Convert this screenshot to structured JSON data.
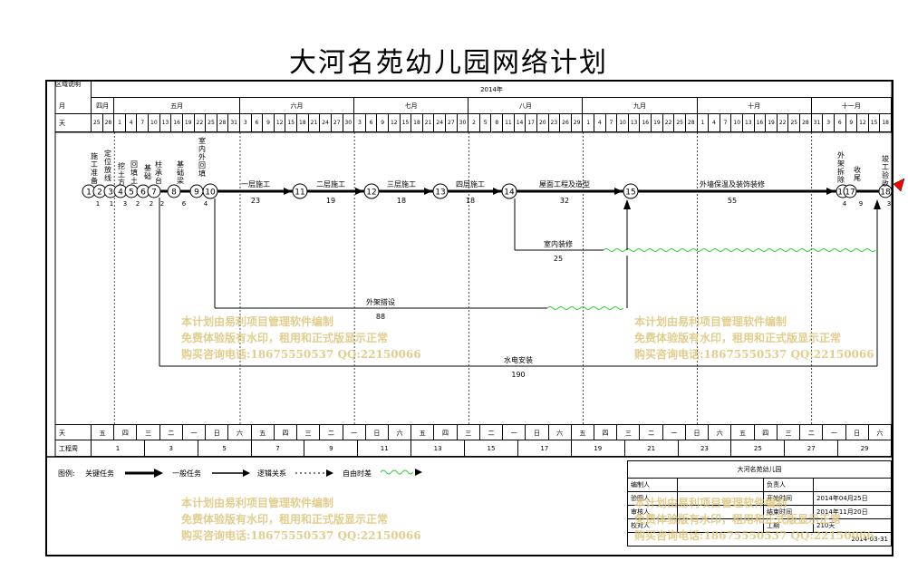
{
  "title": "大河名苑幼儿园网络计划",
  "header": {
    "corner_label": "区域说明",
    "row_labels": {
      "month": "月",
      "day": "天",
      "weekday": "天",
      "week": "工程周"
    },
    "year": "2014年",
    "months": [
      "四月",
      "五月",
      "六月",
      "七月",
      "八月",
      "九月",
      "十月",
      "十一月"
    ],
    "days": [
      "25",
      "28",
      "1",
      "4",
      "7",
      "10",
      "13",
      "16",
      "19",
      "22",
      "25",
      "28",
      "31",
      "3",
      "6",
      "9",
      "12",
      "15",
      "18",
      "21",
      "24",
      "27",
      "30",
      "3",
      "6",
      "9",
      "12",
      "15",
      "18",
      "21",
      "24",
      "27",
      "30",
      "2",
      "5",
      "8",
      "11",
      "14",
      "17",
      "20",
      "23",
      "26",
      "29",
      "1",
      "4",
      "7",
      "10",
      "13",
      "16",
      "19",
      "22",
      "25",
      "28",
      "1",
      "4",
      "7",
      "10",
      "13",
      "16",
      "19",
      "22",
      "25",
      "28",
      "31",
      "3",
      "6",
      "9",
      "12",
      "15",
      "18"
    ],
    "weekdays": [
      "五",
      "四",
      "三",
      "二",
      "一",
      "日",
      "六",
      "五",
      "四",
      "三",
      "二",
      "一",
      "日",
      "六",
      "五",
      "四",
      "三",
      "二",
      "一",
      "日",
      "六",
      "五",
      "四",
      "三",
      "二",
      "一",
      "日",
      "六",
      "五",
      "四",
      "三",
      "二",
      "一",
      "日",
      "六"
    ],
    "weeks": [
      "1",
      "3",
      "5",
      "7",
      "9",
      "11",
      "13",
      "15",
      "17",
      "19",
      "21",
      "23",
      "25",
      "27",
      "29"
    ]
  },
  "network": {
    "nodes": [
      "1",
      "2",
      "3",
      "4",
      "5",
      "6",
      "7",
      "8",
      "9",
      "10",
      "11",
      "12",
      "13",
      "14",
      "15",
      "16",
      "17",
      "18"
    ],
    "small_tasks": [
      {
        "name": "施工准备",
        "dur": "1"
      },
      {
        "name": "定位放线",
        "dur": "1"
      },
      {
        "name": "挖土方",
        "dur": "3"
      },
      {
        "name": "回填土",
        "dur": "2"
      },
      {
        "name": "基础",
        "dur": "2"
      },
      {
        "name": "柱承台",
        "dur": "2"
      },
      {
        "name": "基础梁",
        "dur": "6"
      },
      {
        "name": "室内外回填",
        "dur": "4"
      },
      {
        "name": "外架拆除",
        "dur": "4"
      },
      {
        "name": "收尾",
        "dur": "9"
      },
      {
        "name": "竣工验收",
        "dur": "3"
      }
    ],
    "tasks": [
      {
        "name": "一层施工",
        "dur": "23"
      },
      {
        "name": "二层施工",
        "dur": "19"
      },
      {
        "name": "三层施工",
        "dur": "18"
      },
      {
        "name": "四层施工",
        "dur": "18"
      },
      {
        "name": "屋面工程及造型",
        "dur": "32"
      },
      {
        "name": "外墙保温及装饰装修",
        "dur": "55"
      },
      {
        "name": "室内装修",
        "dur": "25"
      },
      {
        "name": "外架搭设",
        "dur": "88"
      },
      {
        "name": "水电安装",
        "dur": "190"
      }
    ]
  },
  "legend": {
    "title": "图例:",
    "critical": "关键任务",
    "normal": "一般任务",
    "logic": "逻辑关系",
    "float": "自由时差"
  },
  "info": {
    "project": "大河名苑幼儿园",
    "rows": [
      {
        "k1": "编制人",
        "v1": "",
        "k2": "负责人",
        "v2": ""
      },
      {
        "k1": "验图人",
        "v1": "",
        "k2": "开始时间",
        "v2": "2014年04月25日"
      },
      {
        "k1": "审核人",
        "v1": "",
        "k2": "结束时间",
        "v2": "2014年11月20日"
      },
      {
        "k1": "校对人",
        "v1": "",
        "k2": "工期",
        "v2": "210天"
      }
    ],
    "date": "2014-03-31"
  },
  "watermark": {
    "line1": "本计划由易利项目管理软件编制",
    "line2": "免费体验版有水印，租用和正式版显示正常",
    "line3": "购买咨询电话:18675550537 QQ:22150066"
  },
  "colors": {
    "float_line": "#33cc33",
    "watermark": "#dcc57a",
    "end_flag": "#ff0000"
  }
}
